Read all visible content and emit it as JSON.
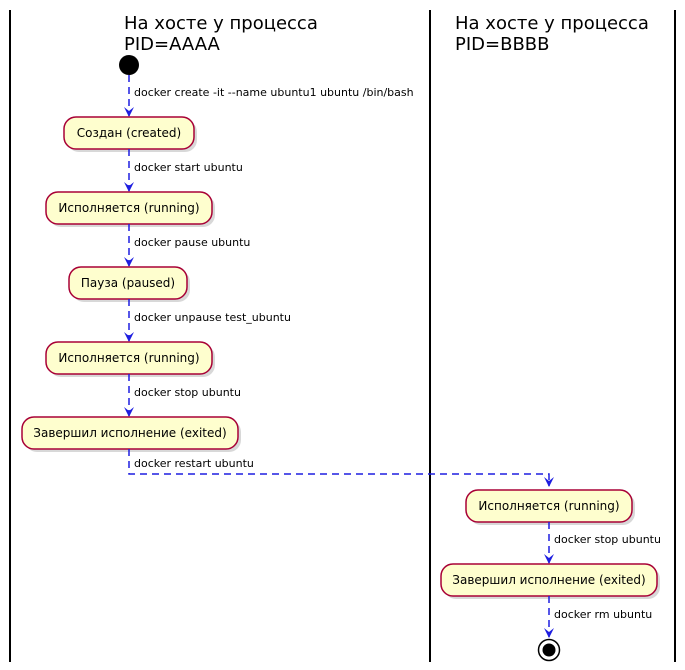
{
  "lanes": [
    {
      "title_line1": "На хосте у процесса",
      "title_line2": "PID=AAAA"
    },
    {
      "title_line1": "На хосте у процесса",
      "title_line2": "PID=BBBB"
    }
  ],
  "nodes": [
    {
      "id": "created1",
      "label": "Создан (created)"
    },
    {
      "id": "running1",
      "label": "Исполняется (running)"
    },
    {
      "id": "paused1",
      "label": "Пауза (paused)"
    },
    {
      "id": "running2",
      "label": "Исполняется (running)"
    },
    {
      "id": "exited1",
      "label": "Завершил исполнение (exited)"
    },
    {
      "id": "running3",
      "label": "Исполняется (running)"
    },
    {
      "id": "exited2",
      "label": "Завершил исполнение (exited)"
    }
  ],
  "edges": [
    {
      "from": "start",
      "to": "created1",
      "label": "docker create -it --name ubuntu1 ubuntu /bin/bash"
    },
    {
      "from": "created1",
      "to": "running1",
      "label": "docker start ubuntu"
    },
    {
      "from": "running1",
      "to": "paused1",
      "label": "docker pause ubuntu"
    },
    {
      "from": "paused1",
      "to": "running2",
      "label": "docker unpause test_ubuntu"
    },
    {
      "from": "running2",
      "to": "exited1",
      "label": "docker stop ubuntu"
    },
    {
      "from": "exited1",
      "to": "running3",
      "label": "docker restart ubuntu"
    },
    {
      "from": "running3",
      "to": "exited2",
      "label": "docker stop ubuntu"
    },
    {
      "from": "exited2",
      "to": "end",
      "label": "docker rm ubuntu"
    }
  ]
}
